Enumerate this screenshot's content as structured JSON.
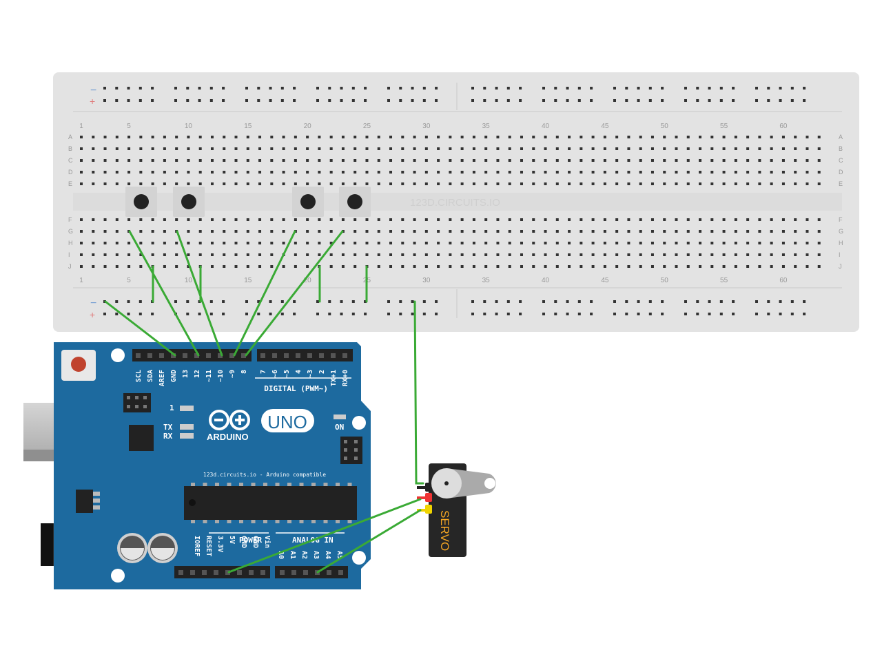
{
  "breadboard": {
    "watermark": "123D.CIRCUITS.IO",
    "rail_minus": "−",
    "rail_plus": "+",
    "rows_top": [
      "A",
      "B",
      "C",
      "D",
      "E"
    ],
    "rows_bottom": [
      "F",
      "G",
      "H",
      "I",
      "J"
    ],
    "column_numbers": [
      "1",
      "5",
      "10",
      "15",
      "20",
      "25",
      "30",
      "35",
      "40",
      "45",
      "50",
      "55",
      "60"
    ]
  },
  "arduino": {
    "digital_pins": [
      "SCL",
      "SDA",
      "AREF",
      "GND",
      "13",
      "12",
      "~11",
      "~10",
      "~9",
      "8",
      "7",
      "~6",
      "~5",
      "4",
      "~3",
      "2",
      "TX+1",
      "RX+0"
    ],
    "digital_label": "DIGITAL (PWM~)",
    "led_1": "1",
    "led_tx": "TX",
    "led_rx": "RX",
    "brand": "ARDUINO",
    "model": "UNO",
    "on_label": "ON",
    "compat_text": "123d.circuits.io - Arduino compatible",
    "power_label": "POWER",
    "analog_label": "ANALOG IN",
    "power_pins": [
      "IOREF",
      "RESET",
      "3.3V",
      "5V",
      "GND",
      "GND",
      "Vin"
    ],
    "analog_pins": [
      "A0",
      "A1",
      "A2",
      "A3",
      "A4",
      "A5"
    ]
  },
  "servo": {
    "label": "SERVO"
  },
  "colors": {
    "wire": "#3aaa35",
    "board_blue": "#1d6a9f",
    "breadboard": "#e3e3e3"
  }
}
